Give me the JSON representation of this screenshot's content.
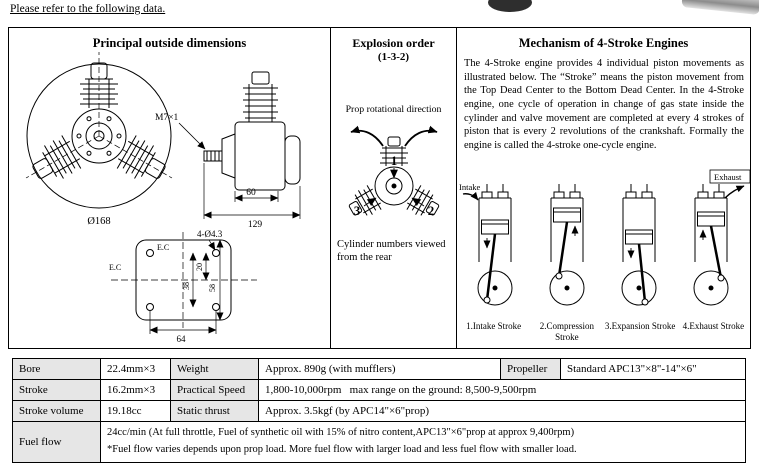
{
  "page": {
    "note": "Please refer to the following data."
  },
  "dimensions_panel": {
    "title": "Principal outside dimensions",
    "labels": {
      "thread": "M7×1",
      "width_engine": "60",
      "length_total": "129",
      "diameter": "Ø168",
      "ec_top": "E.C",
      "ec_left": "E.C",
      "mount_holes": "4-Ø4.3",
      "dim_20": "20",
      "dim_38": "38",
      "dim_58": "58",
      "dim_64": "64"
    }
  },
  "explosion_panel": {
    "title": "Explosion order",
    "subtitle": "(1-3-2)",
    "prop_direction": "Prop rotational direction",
    "cylinder_1": "1",
    "cylinder_2": "2",
    "cylinder_3": "3",
    "caption": "Cylinder numbers viewed from the rear"
  },
  "mechanism_panel": {
    "title": "Mechanism of 4-Stroke Engines",
    "body": "The 4-Stroke engine provides 4 individual piston movements as illustrated below. The “Stroke” means the piston movement from the Top Dead Center to the Bottom Dead Center. In the 4-Stroke engine, one cycle of operation in change of gas state inside the cylinder and valve movement are completed at every 4 strokes of piston that is every 2 revolutions of the crankshaft. Formally the engine is called the 4-stroke one-cycle engine.",
    "intake_label": "Intake",
    "exhaust_label": "Exhaust",
    "stroke_labels": [
      "1.Intake Stroke",
      "2.Compression Stroke",
      "3.Expansion Stroke",
      "4.Exhaust Stroke"
    ]
  },
  "spec_table": {
    "bore_label": "Bore",
    "bore_value": "22.4mm×3",
    "weight_label": "Weight",
    "weight_value": "Approx. 890g (with mufflers)",
    "propeller_label": "Propeller",
    "propeller_value": "Standard APC13\"×8\"-14\"×6\"",
    "stroke_label": "Stroke",
    "stroke_value": "16.2mm×3",
    "speed_label": "Practical Speed",
    "speed_value": "1,800-10,000rpm   max range on the ground: 8,500-9,500rpm",
    "volume_label": "Stroke volume",
    "volume_value": "19.18cc",
    "thrust_label": "Static thrust",
    "thrust_value": "Approx. 3.5kgf (by APC14\"×6\"prop)",
    "fuel_label": "Fuel flow",
    "fuel_line1": "24cc/min (At full throttle, Fuel of synthetic oil with 15% of nitro content,APC13\"×6\"prop at approx 9,400rpm)",
    "fuel_line2": "*Fuel flow varies depends upon prop load. More fuel flow with larger load and less fuel flow with smaller load."
  }
}
